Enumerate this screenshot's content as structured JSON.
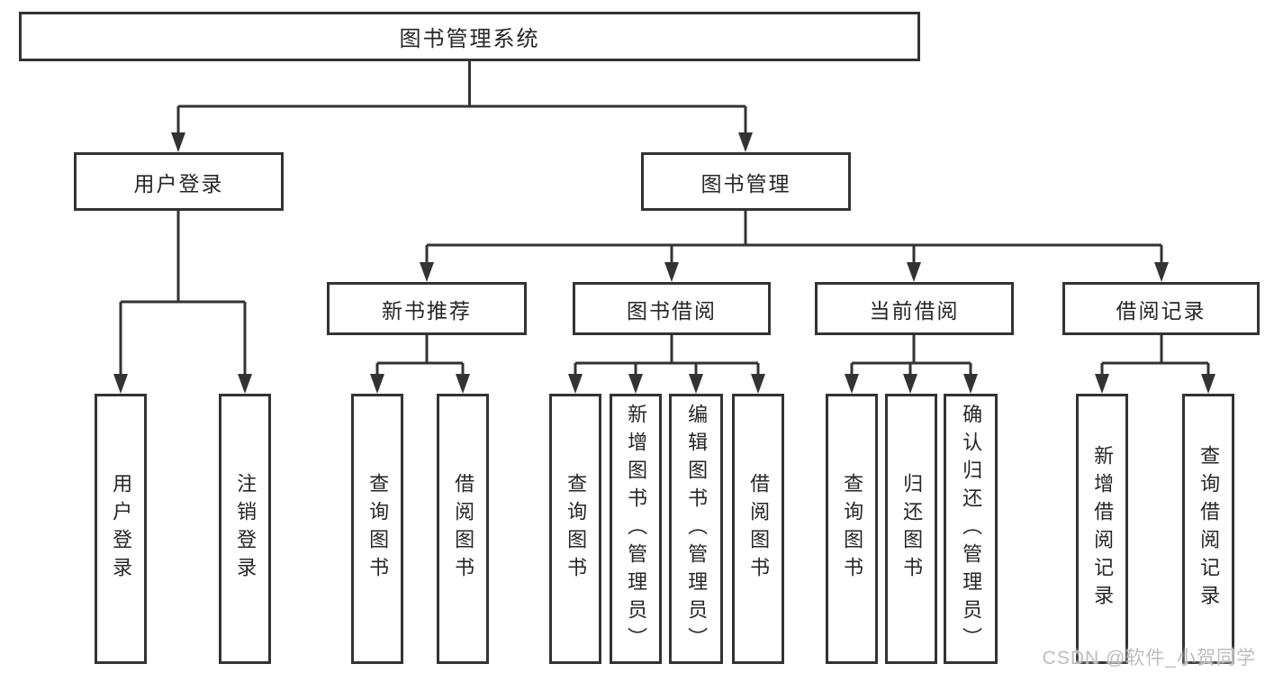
{
  "diagram": {
    "root": {
      "label": "图书管理系统"
    },
    "level2": [
      {
        "label": "用户登录"
      },
      {
        "label": "图书管理"
      }
    ],
    "level3": [
      {
        "label": "新书推荐"
      },
      {
        "label": "图书借阅"
      },
      {
        "label": "当前借阅"
      },
      {
        "label": "借阅记录"
      }
    ],
    "leaves": {
      "user_login": [
        "用户登录",
        "注销登录"
      ],
      "new_books": [
        "查询图书",
        "借阅图书"
      ],
      "book_borrow": [
        "查询图书",
        "新增图书（管理员）",
        "编辑图书（管理员）",
        "借阅图书"
      ],
      "current_borrow": [
        "查询图书",
        "归还图书",
        "确认归还（管理员）"
      ],
      "borrow_records": [
        "新增借阅记录",
        "查询借阅记录"
      ]
    }
  },
  "watermark": "CSDN @软件_小贺同学",
  "colors": {
    "line": "#333333",
    "box_border": "#333333",
    "text": "#262626",
    "watermark": "#bdbdbd",
    "background": "#ffffff"
  }
}
